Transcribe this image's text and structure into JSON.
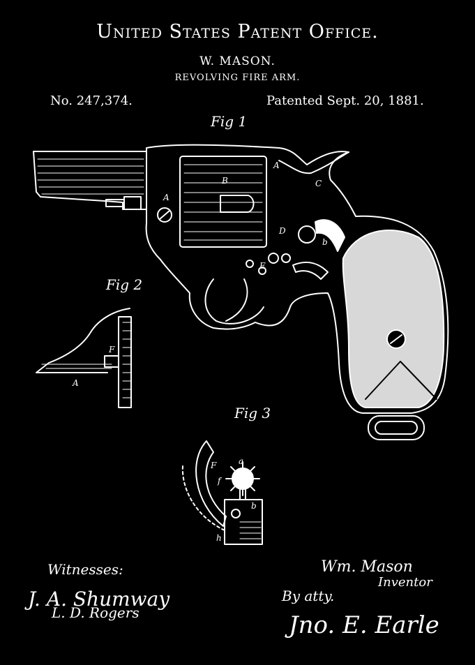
{
  "header": {
    "office": "United States Patent Office.",
    "inventor": "W. MASON.",
    "title": "REVOLVING FIRE ARM.",
    "patent_number": "No. 247,374.",
    "patent_date": "Patented Sept. 20, 1881."
  },
  "figures": {
    "fig1": "Fig 1",
    "fig2": "Fig 2",
    "fig3": "Fig 3"
  },
  "letters": {
    "A1": "A",
    "A2": "A",
    "A3": "A",
    "B": "B",
    "C": "C",
    "D": "D",
    "E": "E",
    "b1": "b",
    "F2": "F",
    "F3": "F",
    "a": "a",
    "f": "f",
    "b3": "b",
    "h": "h"
  },
  "signatures": {
    "witnesses": "Witnesses:",
    "witness1": "J. A. Shumway",
    "witness2": "L. D. Rogers",
    "inventor_name": "Wm. Mason",
    "inventor_role": "Inventor",
    "by_atty": "By atty.",
    "attorney": "Jno. E. Earle"
  },
  "colors": {
    "background": "#000000",
    "ink": "#ffffff"
  }
}
